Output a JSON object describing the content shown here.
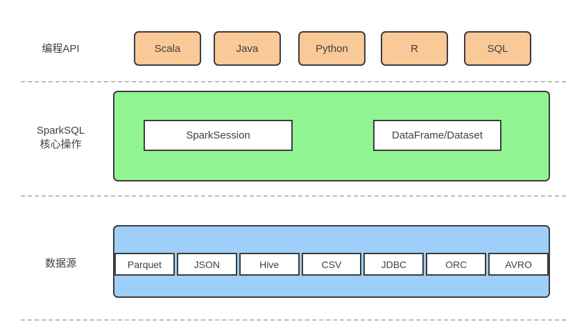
{
  "api_row": {
    "label": "编程API",
    "boxes": [
      "Scala",
      "Java",
      "Python",
      "R",
      "SQL"
    ]
  },
  "core_row": {
    "label_line1": "SparkSQL",
    "label_line2": "核心操作",
    "boxes": [
      "SparkSession",
      "DataFrame/Dataset"
    ]
  },
  "source_row": {
    "label": "数据源",
    "cells": [
      "Parquet",
      "JSON",
      "Hive",
      "CSV",
      "JDBC",
      "ORC",
      "AVRO"
    ]
  },
  "colors": {
    "api_fill": "#F9C997",
    "core_fill": "#90F492",
    "source_fill": "#9ECFF9",
    "border": "#3B3B3B",
    "text": "#3F3F3F",
    "divider": "#BCBCBC"
  }
}
